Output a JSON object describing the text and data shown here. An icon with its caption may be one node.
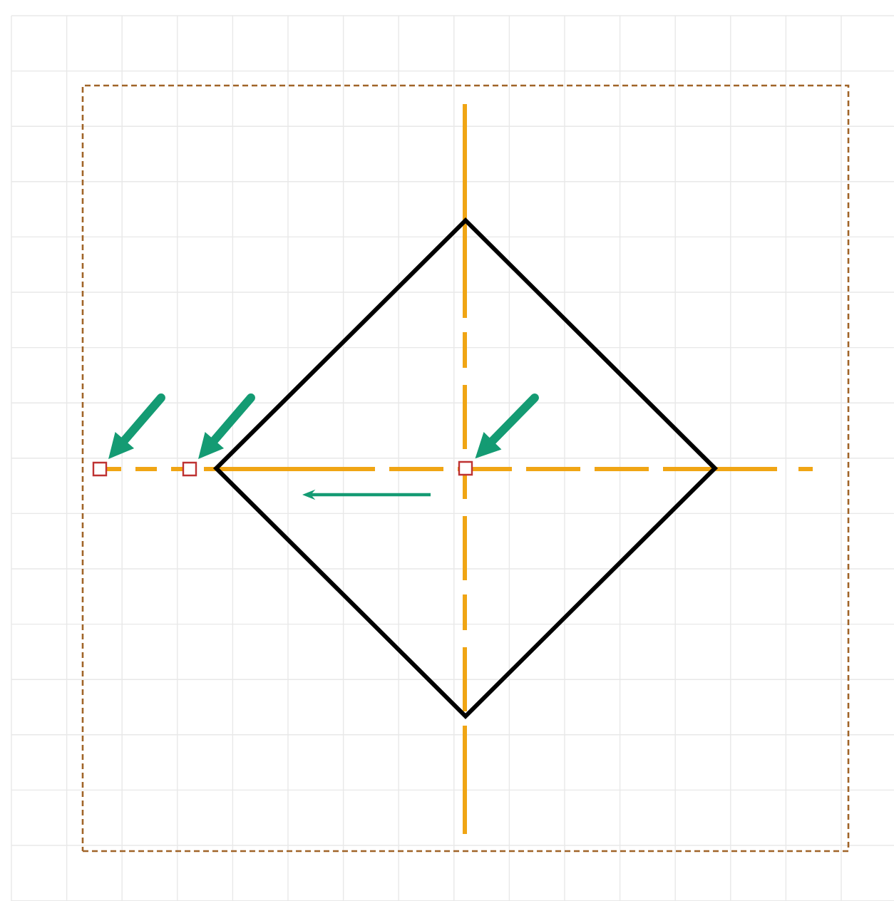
{
  "diagram": {
    "nodes": [
      {
        "text": [],
        "shape": "box"
      },
      {
        "text": [],
        "shape": "diamond",
        "in": 0
      },
      {
        "text": [],
        "shape": "box",
        "in": 0
      },
      {
        "text": [],
        "shape": "box",
        "in": 0
      },
      {
        "text": [],
        "shape": "box",
        "in": 1
      }
    ],
    "edges": [
      {
        "from": null,
        "to": 2,
        "arrow": "to"
      },
      {
        "from": null,
        "to": 3,
        "arrow": "to"
      },
      {
        "from": null,
        "to": 4,
        "arrow": "to"
      }
    ]
  }
}
